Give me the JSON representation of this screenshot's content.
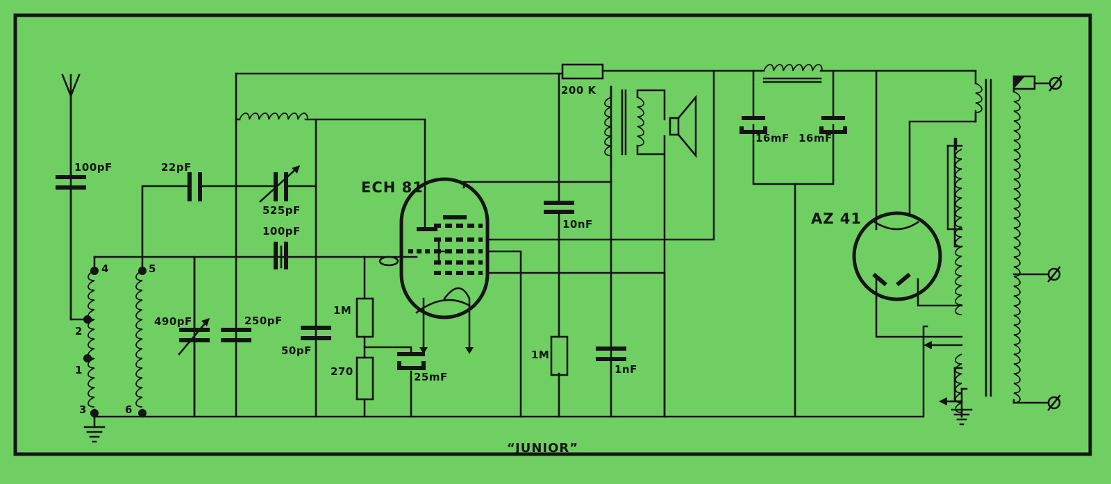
{
  "title": "“JUNIOR”",
  "colors": {
    "background": "#6fcf63",
    "ink": "#141414"
  },
  "tubes": {
    "mixer": "ECH 81",
    "rectifier": "AZ 41"
  },
  "components": {
    "c_antenna": "100pF",
    "c_22": "22pF",
    "c_var525": "525pF",
    "c_grid": "100pF",
    "c_var490": "490pF",
    "c_250": "250pF",
    "c_50": "50pF",
    "r_1m_grid": "1M",
    "r_270": "270",
    "c_25mf": "25mF",
    "r_200k": "200 K",
    "c_10nf": "10nF",
    "r_1m_b": "1M",
    "c_1nf": "1nF",
    "c_16a": "16mF",
    "c_16b": "16mF"
  },
  "terminals": {
    "t4": "4",
    "t5": "5",
    "t2": "2",
    "t1": "1",
    "t3": "3",
    "t6": "6"
  }
}
